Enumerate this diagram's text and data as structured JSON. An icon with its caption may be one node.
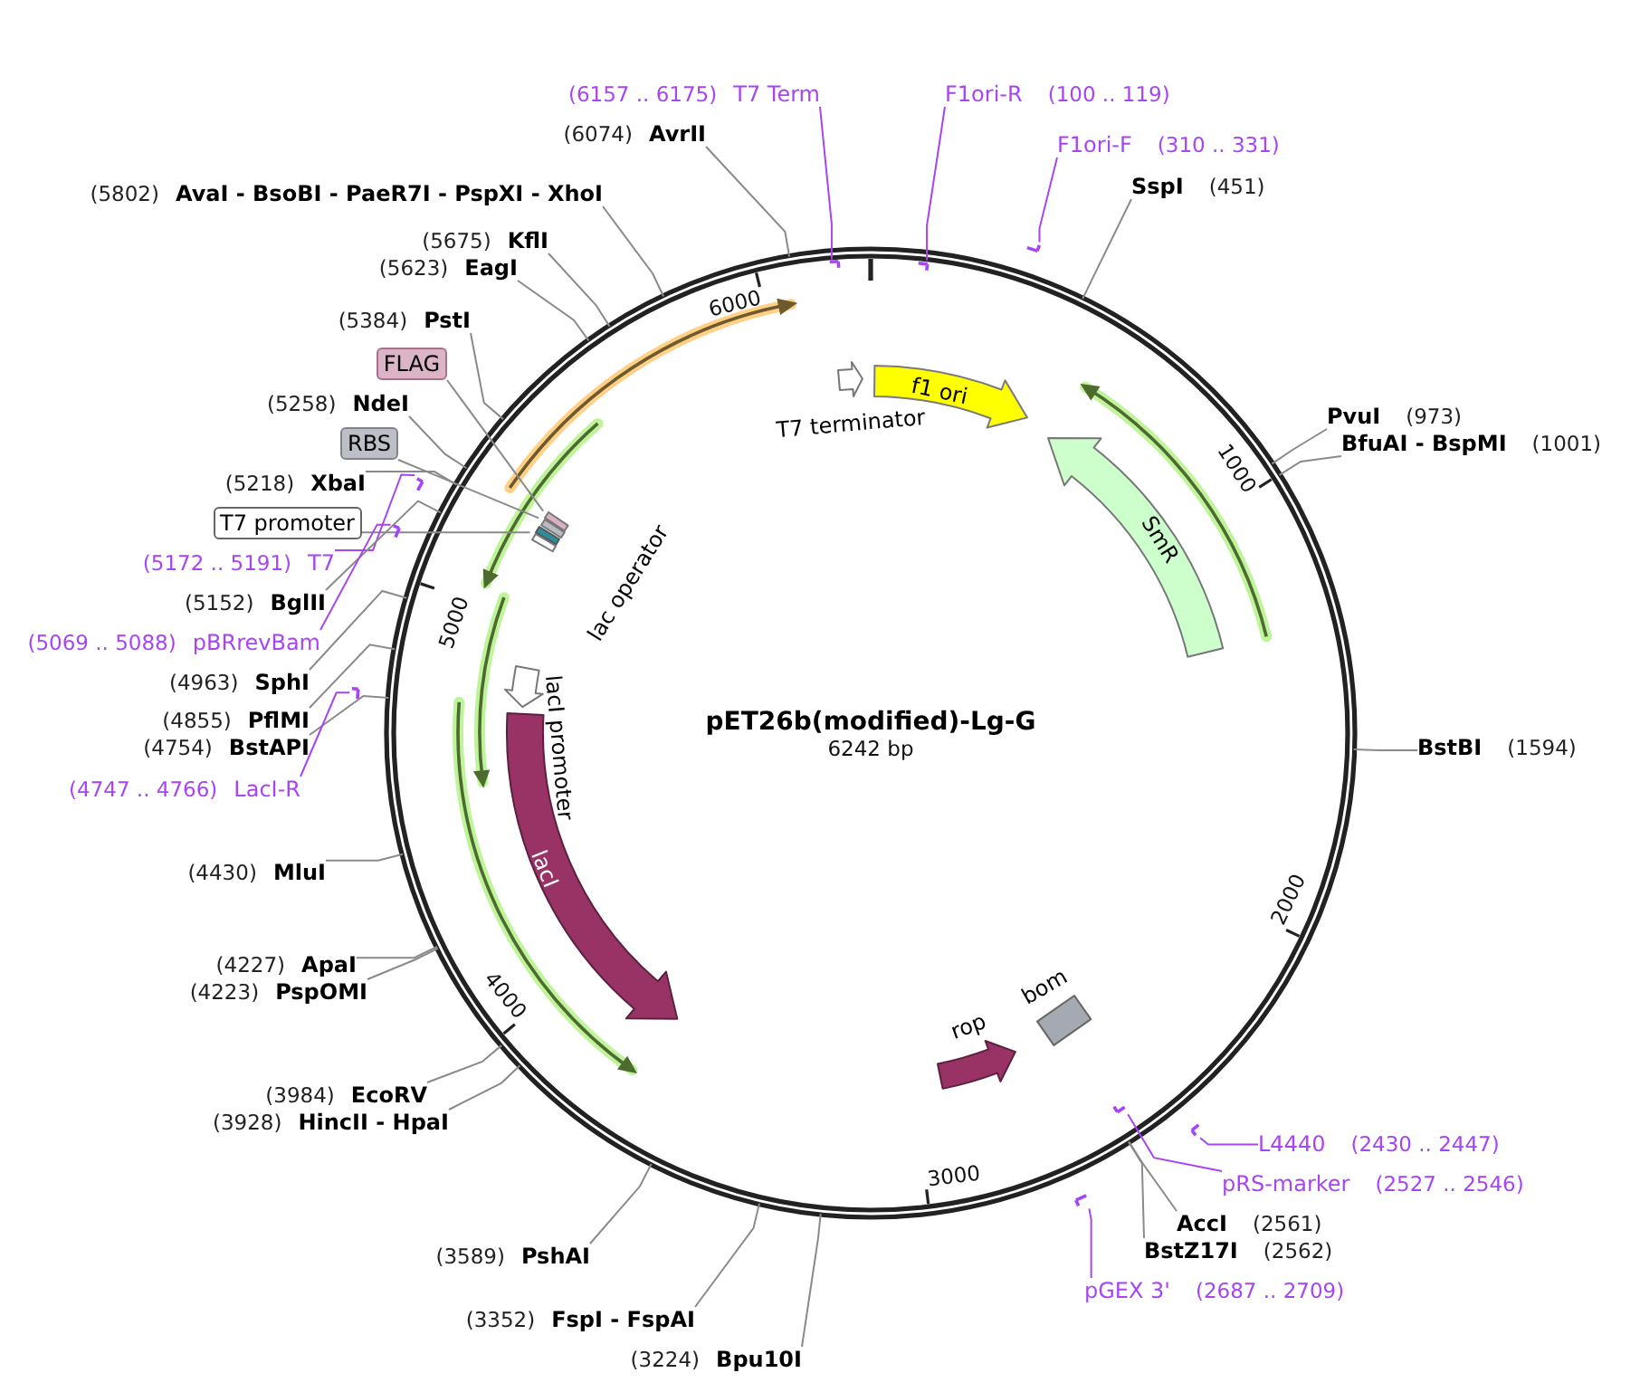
{
  "diagram": {
    "title": "pET26b(modified)-Lg-G",
    "nodes": [
      {
        "text": [
          "(6157 .. 6175)",
          "T7 Term"
        ]
      },
      {
        "text": [
          "(6074)",
          "AvrII"
        ]
      },
      {
        "text": [
          "(5802)",
          "AvaI - BsoBI - PaeR7I - PspXI - XhoI"
        ]
      },
      {
        "text": [
          "(5675)",
          "KflI"
        ]
      },
      {
        "text": [
          "(5623)",
          "EagI"
        ]
      },
      {
        "text": [
          "(5384)",
          "PstI"
        ]
      },
      {
        "text": [
          "FLAG"
        ]
      },
      {
        "text": [
          "(5258)",
          "NdeI"
        ]
      },
      {
        "text": [
          "RBS"
        ]
      },
      {
        "text": [
          "(5218)",
          "XbaI"
        ]
      },
      {
        "text": [
          "T7 promoter"
        ]
      },
      {
        "text": [
          "(5172 .. 5191)",
          "T7"
        ]
      },
      {
        "text": [
          "(5152)",
          "BglII"
        ]
      },
      {
        "text": [
          "(5069 .. 5088)",
          "pBRrevBam"
        ]
      },
      {
        "text": [
          "(4963)",
          "SphI"
        ]
      },
      {
        "text": [
          "(4855)",
          "PflMI"
        ]
      },
      {
        "text": [
          "(4754)",
          "BstAPI"
        ]
      },
      {
        "text": [
          "(4747 .. 4766)",
          "LacI-R"
        ]
      },
      {
        "text": [
          "(4430)",
          "MluI"
        ]
      },
      {
        "text": [
          "(4227)",
          "ApaI"
        ]
      },
      {
        "text": [
          "(4223)",
          "PspOMI"
        ]
      },
      {
        "text": [
          "(3984)",
          "EcoRV"
        ]
      },
      {
        "text": [
          "(3928)",
          "HincII - HpaI"
        ]
      },
      {
        "text": [
          "(3589)",
          "PshAI"
        ]
      },
      {
        "text": [
          "(3352)",
          "FspI - FspAI"
        ]
      },
      {
        "text": [
          "(3224)",
          "Bpu10I"
        ]
      },
      {
        "text": [
          "F1ori-R",
          "(100 .. 119)"
        ]
      },
      {
        "text": [
          "F1ori-F",
          "(310 .. 331)"
        ]
      },
      {
        "text": [
          "SspI",
          "(451)"
        ]
      },
      {
        "text": [
          "PvuI",
          "(973)"
        ]
      },
      {
        "text": [
          "BfuAI - BspMI",
          "(1001)"
        ]
      },
      {
        "text": [
          "BstBI",
          "(1594)"
        ]
      },
      {
        "text": [
          "L4440",
          "(2430 .. 2447)"
        ]
      },
      {
        "text": [
          "pRS-marker",
          "(2527 .. 2546)"
        ]
      },
      {
        "text": [
          "AccI",
          "(2561)"
        ]
      },
      {
        "text": [
          "BstZ17I",
          "(2562)"
        ]
      },
      {
        "text": [
          "pGEX 3'",
          "(2687 .. 2709)"
        ]
      },
      {
        "text": [
          "T7 terminator"
        ]
      },
      {
        "text": [
          "f1 ori"
        ]
      },
      {
        "text": [
          "SmR"
        ]
      },
      {
        "text": [
          "lac operator"
        ]
      },
      {
        "text": [
          "lacI promoter"
        ]
      },
      {
        "text": [
          "lacI"
        ]
      },
      {
        "text": [
          "rop"
        ]
      },
      {
        "text": [
          "bom"
        ]
      },
      {
        "text": [],
        "shape": "box"
      },
      {
        "text": [],
        "shape": "box"
      },
      {
        "text": [],
        "shape": "box"
      },
      {
        "text": [],
        "shape": "bracket"
      },
      {
        "text": [],
        "shape": "bracket"
      },
      {
        "text": [],
        "shape": "bracket"
      },
      {
        "text": [],
        "shape": "bracket"
      },
      {
        "text": [],
        "shape": "bracket"
      },
      {
        "text": [],
        "shape": "bracket"
      },
      {
        "text": [],
        "shape": "bracket"
      },
      {
        "text": [],
        "shape": "bracket"
      },
      {
        "text": [],
        "shape": "bracket"
      }
    ],
    "edges": [
      {
        "from": 0,
        "to": 48,
        "arrow": "none",
        "color": "#a745f5"
      },
      {
        "from": 1,
        "to": null,
        "arrow": "none"
      },
      {
        "from": 2,
        "to": null,
        "arrow": "none"
      },
      {
        "from": 3,
        "to": null,
        "arrow": "none"
      },
      {
        "from": 4,
        "to": null,
        "arrow": "none"
      },
      {
        "from": 5,
        "to": null,
        "arrow": "none"
      },
      {
        "from": 6,
        "to": 45,
        "arrow": "none"
      },
      {
        "from": 7,
        "to": null,
        "arrow": "none"
      },
      {
        "from": 8,
        "to": 46,
        "arrow": "none"
      },
      {
        "from": 9,
        "to": null,
        "arrow": "none"
      },
      {
        "from": 10,
        "to": 47,
        "arrow": "none"
      },
      {
        "from": 11,
        "to": 49,
        "arrow": "none",
        "color": "#a745f5"
      },
      {
        "from": 12,
        "to": null,
        "arrow": "none"
      },
      {
        "from": 13,
        "to": 50,
        "arrow": "none",
        "color": "#a745f5"
      },
      {
        "from": 14,
        "to": null,
        "arrow": "none"
      },
      {
        "from": 15,
        "to": null,
        "arrow": "none"
      },
      {
        "from": 16,
        "to": null,
        "arrow": "none"
      },
      {
        "from": 17,
        "to": 51,
        "arrow": "none",
        "color": "#a745f5"
      },
      {
        "from": 18,
        "to": null,
        "arrow": "none"
      },
      {
        "from": 19,
        "to": null,
        "arrow": "none"
      },
      {
        "from": 20,
        "to": null,
        "arrow": "none"
      },
      {
        "from": 21,
        "to": null,
        "arrow": "none"
      },
      {
        "from": 22,
        "to": null,
        "arrow": "none"
      },
      {
        "from": 23,
        "to": null,
        "arrow": "none"
      },
      {
        "from": 24,
        "to": null,
        "arrow": "none"
      },
      {
        "from": 25,
        "to": null,
        "arrow": "none"
      },
      {
        "from": 26,
        "to": 52,
        "arrow": "none",
        "color": "#a745f5"
      },
      {
        "from": 27,
        "to": 53,
        "arrow": "none",
        "color": "#a745f5"
      },
      {
        "from": 28,
        "to": null,
        "arrow": "none"
      },
      {
        "from": 29,
        "to": null,
        "arrow": "none"
      },
      {
        "from": 30,
        "to": null,
        "arrow": "none"
      },
      {
        "from": 31,
        "to": null,
        "arrow": "none"
      },
      {
        "from": 32,
        "to": 54,
        "arrow": "none",
        "color": "#a745f5"
      },
      {
        "from": 33,
        "to": 55,
        "arrow": "none",
        "color": "#a745f5"
      },
      {
        "from": 34,
        "to": null,
        "arrow": "none"
      },
      {
        "from": 35,
        "to": null,
        "arrow": "none"
      },
      {
        "from": 36,
        "to": 56,
        "arrow": "none",
        "color": "#a745f5"
      }
    ],
    "labels": [
      "6000",
      "1000",
      "5000",
      "6242 bp",
      "2000",
      "4000",
      "3000"
    ]
  }
}
